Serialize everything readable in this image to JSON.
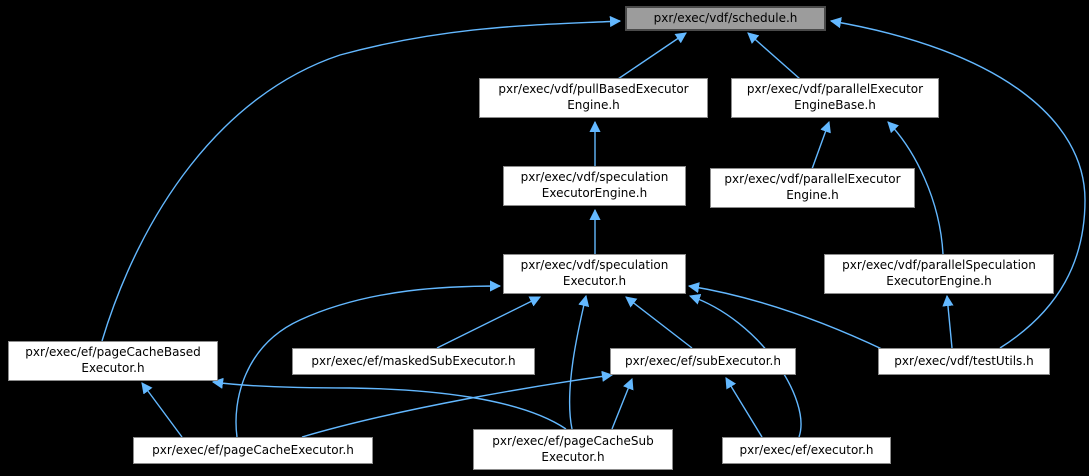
{
  "diagram": {
    "type": "include-dependency-graph",
    "colors": {
      "background": "#000000",
      "edge": "#63b8ff",
      "node_fill": "#ffffff",
      "node_border": "#8c8c8c",
      "highlight_fill": "#9c9c9c",
      "text": "#000000"
    },
    "nodes": {
      "schedule": {
        "label": "pxr/exec/vdf/schedule.h",
        "line1": "pxr/exec/vdf/schedule.h",
        "line2": ""
      },
      "pullBased": {
        "label": "pxr/exec/vdf/pullBasedExecutorEngine.h",
        "line1": "pxr/exec/vdf/pullBasedExecutor",
        "line2": "Engine.h"
      },
      "engineBase": {
        "label": "pxr/exec/vdf/parallelExecutorEngineBase.h",
        "line1": "pxr/exec/vdf/parallelExecutor",
        "line2": "EngineBase.h"
      },
      "specEngine": {
        "label": "pxr/exec/vdf/speculationExecutorEngine.h",
        "line1": "pxr/exec/vdf/speculation",
        "line2": "ExecutorEngine.h"
      },
      "parallelEngine": {
        "label": "pxr/exec/vdf/parallelExecutorEngine.h",
        "line1": "pxr/exec/vdf/parallelExecutor",
        "line2": "Engine.h"
      },
      "specExecutor": {
        "label": "pxr/exec/vdf/speculationExecutor.h",
        "line1": "pxr/exec/vdf/speculation",
        "line2": "Executor.h"
      },
      "parallelSpec": {
        "label": "pxr/exec/vdf/parallelSpeculationExecutorEngine.h",
        "line1": "pxr/exec/vdf/parallelSpeculation",
        "line2": "ExecutorEngine.h"
      },
      "pageCacheBased": {
        "label": "pxr/exec/ef/pageCacheBasedExecutor.h",
        "line1": "pxr/exec/ef/pageCacheBased",
        "line2": "Executor.h"
      },
      "maskedSub": {
        "label": "pxr/exec/ef/maskedSubExecutor.h",
        "line1": "pxr/exec/ef/maskedSubExecutor.h",
        "line2": ""
      },
      "subExecutor": {
        "label": "pxr/exec/ef/subExecutor.h",
        "line1": "pxr/exec/ef/subExecutor.h",
        "line2": ""
      },
      "testUtils": {
        "label": "pxr/exec/vdf/testUtils.h",
        "line1": "pxr/exec/vdf/testUtils.h",
        "line2": ""
      },
      "pageCacheExec": {
        "label": "pxr/exec/ef/pageCacheExecutor.h",
        "line1": "pxr/exec/ef/pageCacheExecutor.h",
        "line2": ""
      },
      "pageCacheSub": {
        "label": "pxr/exec/ef/pageCacheSubExecutor.h",
        "line1": "pxr/exec/ef/pageCacheSub",
        "line2": "Executor.h"
      },
      "executor": {
        "label": "pxr/exec/ef/executor.h",
        "line1": "pxr/exec/ef/executor.h",
        "line2": ""
      }
    },
    "edges": [
      {
        "from": "pullBased",
        "to": "schedule"
      },
      {
        "from": "engineBase",
        "to": "schedule"
      },
      {
        "from": "pageCacheBased",
        "to": "schedule"
      },
      {
        "from": "testUtils",
        "to": "schedule"
      },
      {
        "from": "specEngine",
        "to": "pullBased"
      },
      {
        "from": "parallelEngine",
        "to": "engineBase"
      },
      {
        "from": "parallelSpec",
        "to": "engineBase"
      },
      {
        "from": "specExecutor",
        "to": "specEngine"
      },
      {
        "from": "maskedSub",
        "to": "specExecutor"
      },
      {
        "from": "subExecutor",
        "to": "specExecutor"
      },
      {
        "from": "pageCacheSub",
        "to": "specExecutor"
      },
      {
        "from": "pageCacheExec",
        "to": "specExecutor"
      },
      {
        "from": "testUtils",
        "to": "specExecutor"
      },
      {
        "from": "executor",
        "to": "specExecutor"
      },
      {
        "from": "testUtils",
        "to": "parallelSpec"
      },
      {
        "from": "pageCacheExec",
        "to": "pageCacheBased"
      },
      {
        "from": "pageCacheSub",
        "to": "pageCacheBased"
      },
      {
        "from": "executor",
        "to": "subExecutor"
      },
      {
        "from": "pageCacheExec",
        "to": "subExecutor"
      },
      {
        "from": "pageCacheSub",
        "to": "subExecutor"
      }
    ]
  }
}
